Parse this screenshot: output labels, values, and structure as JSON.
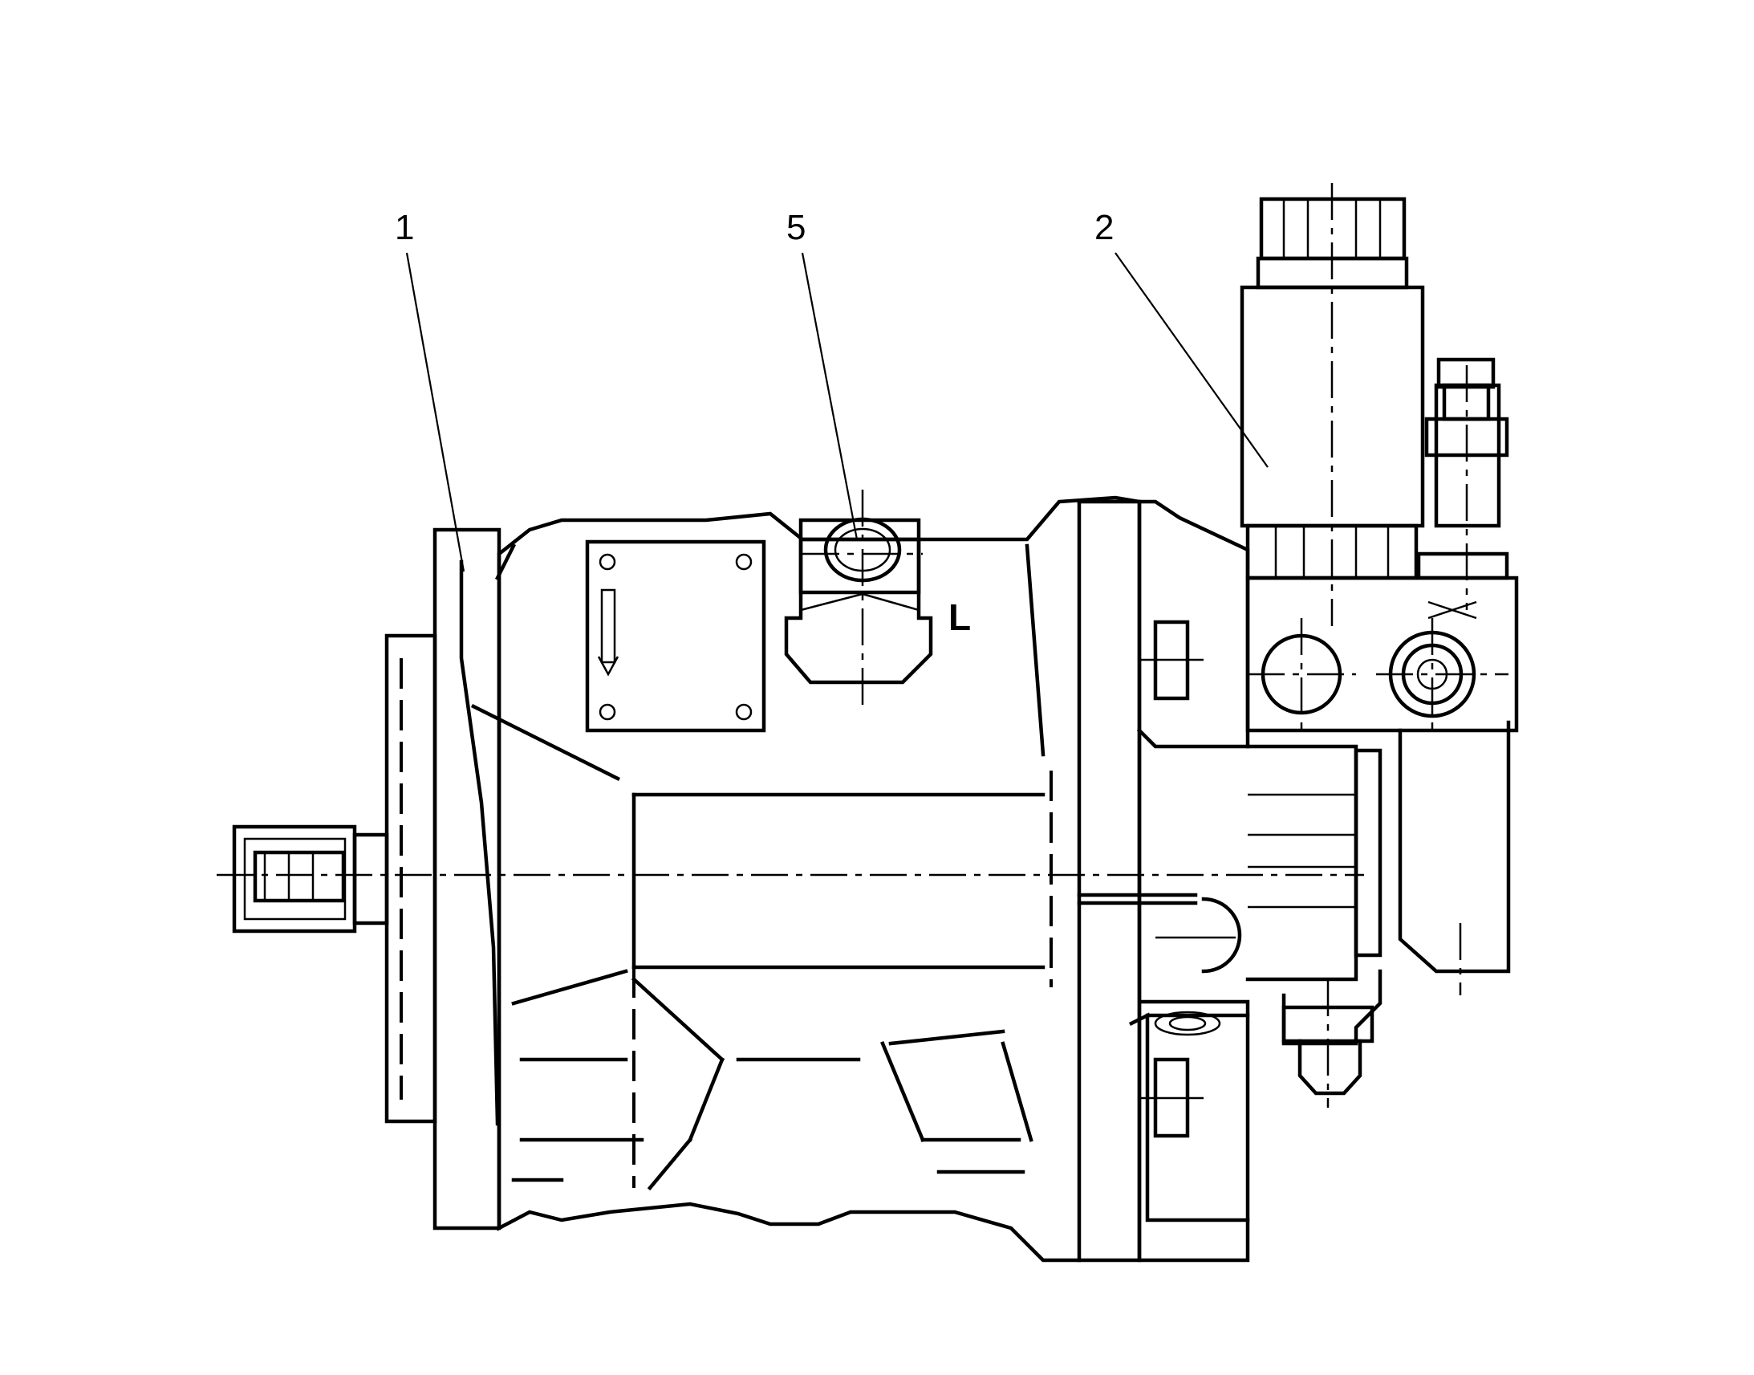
{
  "callouts": [
    {
      "id": "1",
      "label": "1"
    },
    {
      "id": "5",
      "label": "5"
    },
    {
      "id": "2",
      "label": "2"
    }
  ],
  "port_labels": {
    "drain_port": "L"
  },
  "colors": {
    "line": "#000000",
    "background": "#ffffff"
  }
}
